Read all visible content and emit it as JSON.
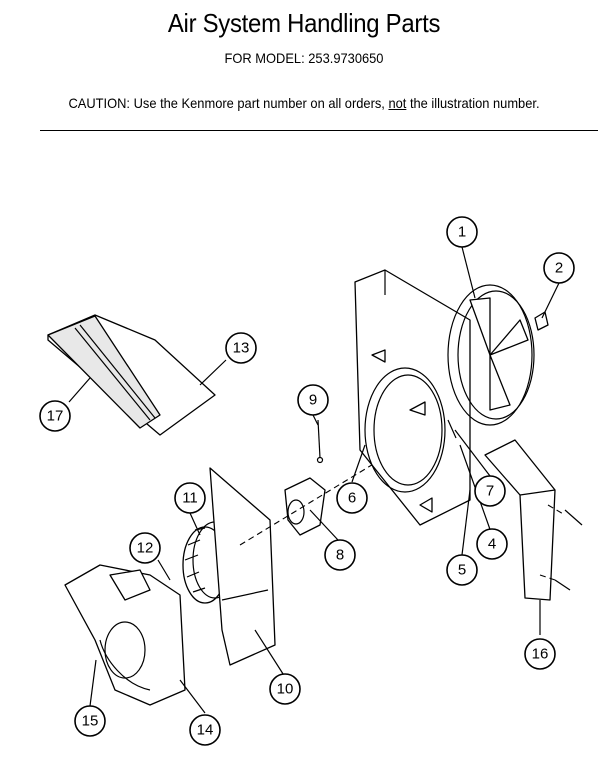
{
  "header": {
    "title": "Air System Handling Parts",
    "model_label": "FOR MODEL:",
    "model_number": "253.9730650",
    "caution_prefix": "CAUTION:",
    "caution_text_1": "Use the Kenmore part number on all orders,",
    "caution_not": "not",
    "caution_text_2": "the illustration number."
  },
  "callouts": [
    "1",
    "2",
    "4",
    "5",
    "6",
    "7",
    "8",
    "9",
    "10",
    "11",
    "12",
    "13",
    "14",
    "15",
    "16",
    "17"
  ]
}
